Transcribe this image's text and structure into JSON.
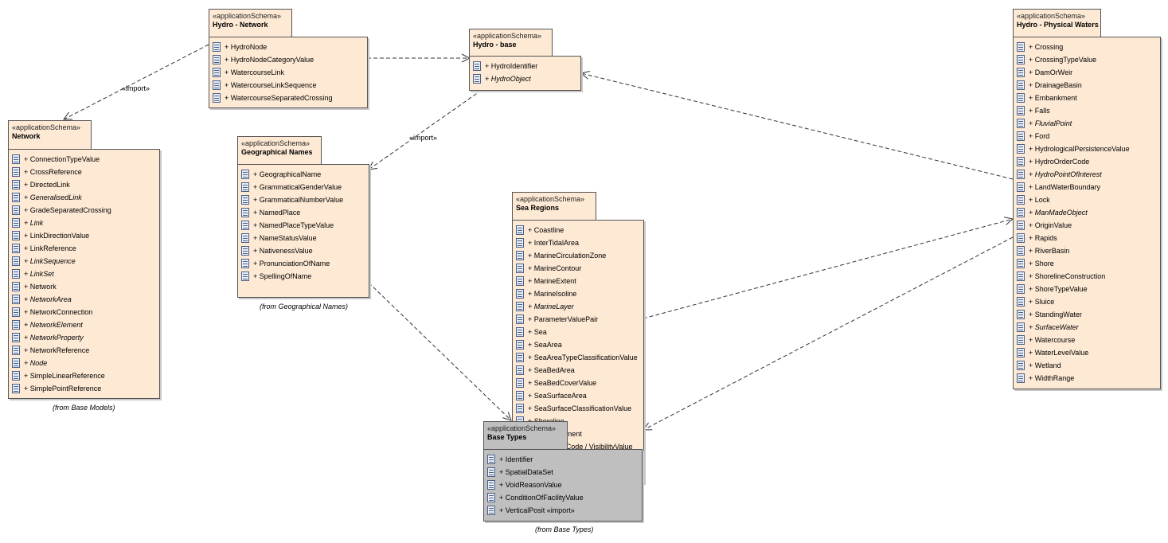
{
  "packages": {
    "hydro_network": {
      "stereotype": "«applicationSchema»",
      "name": "Hydro - Network",
      "items": [
        {
          "label": "+ HydroNode",
          "italic": false
        },
        {
          "label": "+ HydroNodeCategoryValue",
          "italic": false
        },
        {
          "label": "+ WatercourseLink",
          "italic": false
        },
        {
          "label": "+ WatercourseLinkSequence",
          "italic": false
        },
        {
          "label": "+ WatercourseSeparatedCrossing",
          "italic": false
        }
      ]
    },
    "hydro_base": {
      "stereotype": "«applicationSchema»",
      "name": "Hydro - base",
      "items": [
        {
          "label": "+ HydroIdentifier",
          "italic": false
        },
        {
          "label": "+ HydroObject",
          "italic": true
        }
      ]
    },
    "network": {
      "stereotype": "«applicationSchema»",
      "name": "Network",
      "from": "(from Base Models)",
      "items": [
        {
          "label": "+ ConnectionTypeValue",
          "italic": false
        },
        {
          "label": "+ CrossReference",
          "italic": false
        },
        {
          "label": "+ DirectedLink",
          "italic": false
        },
        {
          "label": "+ GeneralisedLink",
          "italic": true
        },
        {
          "label": "+ GradeSeparatedCrossing",
          "italic": false
        },
        {
          "label": "+ Link",
          "italic": true
        },
        {
          "label": "+ LinkDirectionValue",
          "italic": false
        },
        {
          "label": "+ LinkReference",
          "italic": false
        },
        {
          "label": "+ LinkSequence",
          "italic": true
        },
        {
          "label": "+ LinkSet",
          "italic": true
        },
        {
          "label": "+ Network",
          "italic": false
        },
        {
          "label": "+ NetworkArea",
          "italic": true
        },
        {
          "label": "+ NetworkConnection",
          "italic": false
        },
        {
          "label": "+ NetworkElement",
          "italic": true
        },
        {
          "label": "+ NetworkProperty",
          "italic": true
        },
        {
          "label": "+ NetworkReference",
          "italic": false
        },
        {
          "label": "+ Node",
          "italic": true
        },
        {
          "label": "+ SimpleLinearReference",
          "italic": false
        },
        {
          "label": "+ SimplePointReference",
          "italic": false
        }
      ]
    },
    "geographical_names": {
      "stereotype": "«applicationSchema»",
      "name": "Geographical Names",
      "from": "(from Geographical Names)",
      "items": [
        {
          "label": "+ GeographicalName",
          "italic": false
        },
        {
          "label": "+ GrammaticalGenderValue",
          "italic": false
        },
        {
          "label": "+ GrammaticalNumberValue",
          "italic": false
        },
        {
          "label": "+ NamedPlace",
          "italic": false
        },
        {
          "label": "+ NamedPlaceTypeValue",
          "italic": false
        },
        {
          "label": "+ NameStatusValue",
          "italic": false
        },
        {
          "label": "+ NativenessValue",
          "italic": false
        },
        {
          "label": "+ PronunciationOfName",
          "italic": false
        },
        {
          "label": "+ SpellingOfName",
          "italic": false
        }
      ]
    },
    "sea_regions": {
      "stereotype": "«applicationSchema»",
      "name": "Sea Regions",
      "items": [
        {
          "label": "+ Coastline",
          "italic": false
        },
        {
          "label": "+ InterTidalArea",
          "italic": false
        },
        {
          "label": "+ MarineCirculationZone",
          "italic": false
        },
        {
          "label": "+ MarineContour",
          "italic": false
        },
        {
          "label": "+ MarineExtent",
          "italic": false
        },
        {
          "label": "+ MarineIsoline",
          "italic": false
        },
        {
          "label": "+ MarineLayer",
          "italic": true
        },
        {
          "label": "+ ParameterValuePair",
          "italic": false
        },
        {
          "label": "+ Sea",
          "italic": false
        },
        {
          "label": "+ SeaArea",
          "italic": false
        },
        {
          "label": "+ SeaAreaTypeClassificationValue",
          "italic": false
        },
        {
          "label": "+ SeaBedArea",
          "italic": false
        },
        {
          "label": "+ SeaBedCoverValue",
          "italic": false
        },
        {
          "label": "+ SeaSurfaceArea",
          "italic": false
        },
        {
          "label": "+ SeaSurfaceClassificationValue",
          "italic": false
        },
        {
          "label": "+ Shoreline",
          "italic": false
        },
        {
          "label": "+ ShoreSegment",
          "italic": false
        },
        {
          "label": "+ ZoneTypeCode / VisibilityValue",
          "italic": false
        }
      ]
    },
    "base_types": {
      "stereotype": "«applicationSchema»",
      "name": "Base Types",
      "from": "(from Base Types)",
      "items": [
        {
          "label": "+ Identifier",
          "italic": false
        },
        {
          "label": "+ SpatialDataSet",
          "italic": false
        },
        {
          "label": "+ VoidReasonValue",
          "italic": false
        },
        {
          "label": "+ ConditionOfFacilityValue",
          "italic": false
        },
        {
          "label": "+ VerticalPosit «import»",
          "italic": false
        }
      ]
    },
    "physical_waters": {
      "stereotype": "«applicationSchema»",
      "name": "Hydro - Physical Waters",
      "items": [
        {
          "label": "+ Crossing",
          "italic": false
        },
        {
          "label": "+ CrossingTypeValue",
          "italic": false
        },
        {
          "label": "+ DamOrWeir",
          "italic": false
        },
        {
          "label": "+ DrainageBasin",
          "italic": false
        },
        {
          "label": "+ Embankment",
          "italic": false
        },
        {
          "label": "+ Falls",
          "italic": false
        },
        {
          "label": "+ FluvialPoint",
          "italic": true
        },
        {
          "label": "+ Ford",
          "italic": false
        },
        {
          "label": "+ HydrologicalPersistenceValue",
          "italic": false
        },
        {
          "label": "+ HydroOrderCode",
          "italic": false
        },
        {
          "label": "+ HydroPointOfInterest",
          "italic": true
        },
        {
          "label": "+ LandWaterBoundary",
          "italic": false
        },
        {
          "label": "+ Lock",
          "italic": false
        },
        {
          "label": "+ ManMadeObject",
          "italic": true
        },
        {
          "label": "+ OriginValue",
          "italic": false
        },
        {
          "label": "+ Rapids",
          "italic": false
        },
        {
          "label": "+ RiverBasin",
          "italic": false
        },
        {
          "label": "+ Shore",
          "italic": false
        },
        {
          "label": "+ ShorelineConstruction",
          "italic": false
        },
        {
          "label": "+ ShoreTypeValue",
          "italic": false
        },
        {
          "label": "+ Sluice",
          "italic": false
        },
        {
          "label": "+ StandingWater",
          "italic": false
        },
        {
          "label": "+ SurfaceWater",
          "italic": true
        },
        {
          "label": "+ Watercourse",
          "italic": false
        },
        {
          "label": "+ WaterLevelValue",
          "italic": false
        },
        {
          "label": "+ Wetland",
          "italic": false
        },
        {
          "label": "+ WidthRange",
          "italic": false
        }
      ]
    }
  },
  "edge_labels": {
    "import_network": "«import»",
    "import_geonames": "«import»"
  },
  "colors": {
    "package_fill": "#fde9d4",
    "external_package_fill": "#bfbfbf",
    "border": "#555555",
    "edge": "#333333"
  }
}
